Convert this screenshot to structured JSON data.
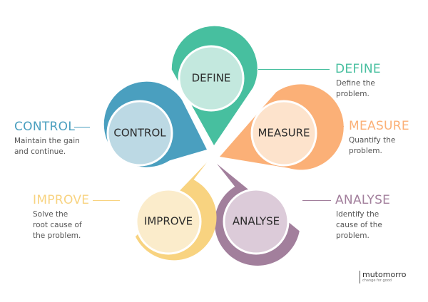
{
  "colors": {
    "define": "#47bf9f",
    "define_light": "#c3e8de",
    "measure": "#fbb077",
    "measure_light": "#fde3cc",
    "analyse": "#a27f9c",
    "analyse_light": "#dccbd9",
    "improve": "#f8d380",
    "improve_light": "#fbeccb",
    "control": "#4a9fbf",
    "control_light": "#bcd9e4"
  },
  "petals": {
    "define": "DEFINE",
    "measure": "MEASURE",
    "analyse": "ANALYSE",
    "improve": "IMPROVE",
    "control": "CONTROL"
  },
  "callouts": {
    "define": {
      "title": "DEFINE",
      "desc": "Define the\nproblem."
    },
    "measure": {
      "title": "MEASURE",
      "desc": "Quantify the\nproblem."
    },
    "analyse": {
      "title": "ANALYSE",
      "desc": "Identify the\ncause of the\nproblem."
    },
    "improve": {
      "title": "IMPROVE",
      "desc": "Solve the\nroot cause of\nthe problem."
    },
    "control": {
      "title": "CONTROL",
      "desc": "Maintain the gain\nand continue."
    }
  },
  "logo": {
    "name": "mutomorro",
    "tagline": "change for good"
  }
}
